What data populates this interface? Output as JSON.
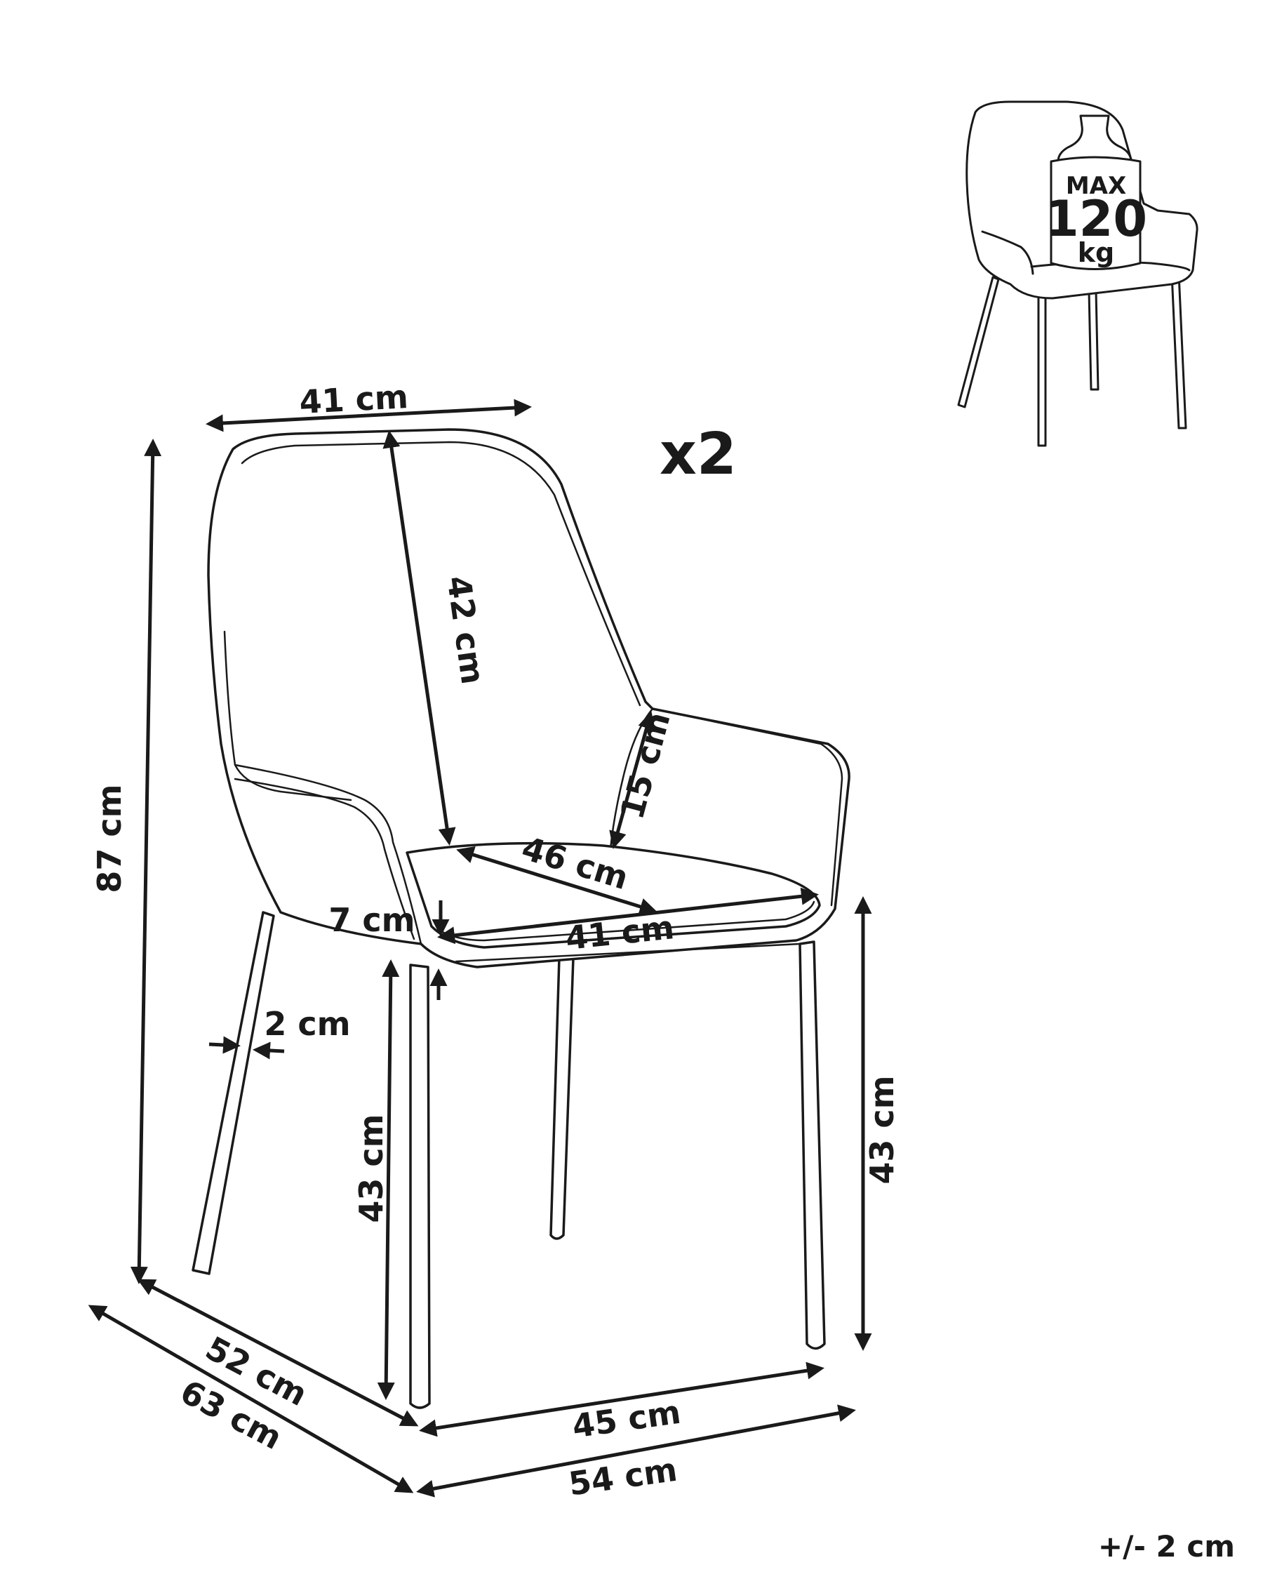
{
  "quantity_label": "x2",
  "tolerance_label": "+/- 2 cm",
  "load_badge": {
    "line1": "MAX",
    "line2": "120",
    "line3": "kg"
  },
  "dimensions": {
    "total_height": "87 cm",
    "back_width": "41 cm",
    "backrest_height": "42 cm",
    "armrest_height": "15 cm",
    "seat_depth": "46 cm",
    "seat_width": "41 cm",
    "seat_thickness": "7 cm",
    "leg_thickness": "2 cm",
    "seat_height_front": "43 cm",
    "seat_height_side": "43 cm",
    "depth_inner": "52 cm",
    "depth_outer": "63 cm",
    "width_inner": "45 cm",
    "width_outer": "54 cm"
  }
}
